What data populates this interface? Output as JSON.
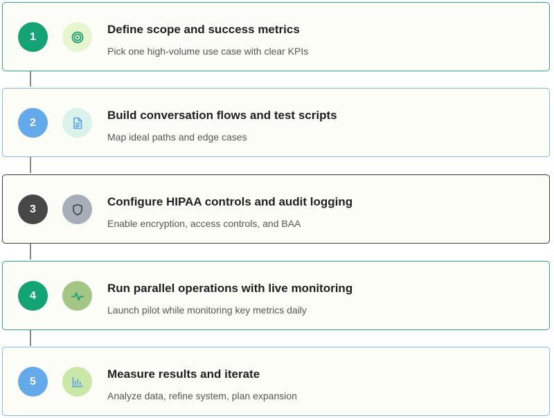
{
  "steps": [
    {
      "number": "1",
      "title": "Define scope and success metrics",
      "description": "Pick one high-volume use case with clear KPIs",
      "icon": "target-icon",
      "colors": {
        "circle": "#14a374",
        "icon_bg": "#e6f6cf",
        "icon_fg": "#1c9a6d",
        "border": "#3aa77f"
      }
    },
    {
      "number": "2",
      "title": "Build conversation flows and test scripts",
      "description": "Map ideal paths and edge cases",
      "icon": "document-icon",
      "colors": {
        "circle": "#64a9ea",
        "icon_bg": "#d9f2ec",
        "icon_fg": "#5b9fe0",
        "border": "#83b5e6"
      }
    },
    {
      "number": "3",
      "title": "Configure HIPAA controls and audit logging",
      "description": "Enable encryption, access controls, and BAA",
      "icon": "shield-icon",
      "colors": {
        "circle": "#474747",
        "icon_bg": "#a7aeb9",
        "icon_fg": "#444444",
        "border": "#3a3a3a"
      }
    },
    {
      "number": "4",
      "title": "Run parallel operations with live monitoring",
      "description": "Launch pilot while monitoring key metrics daily",
      "icon": "activity-pulse-icon",
      "colors": {
        "circle": "#14a374",
        "icon_bg": "#a3c686",
        "icon_fg": "#1a9e72",
        "border": "#2ea882"
      }
    },
    {
      "number": "5",
      "title": "Measure results and iterate",
      "description": "Analyze data, refine system, plan expansion",
      "icon": "bar-chart-icon",
      "colors": {
        "circle": "#64a9ea",
        "icon_bg": "#c9e7a7",
        "icon_fg": "#5b9fe0",
        "border": "#83b5e6"
      }
    }
  ]
}
